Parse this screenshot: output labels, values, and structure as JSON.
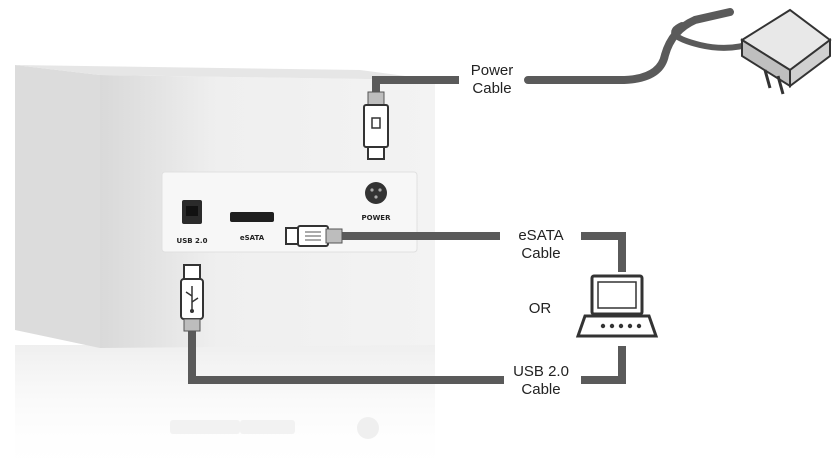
{
  "labels": {
    "power_cable_line1": "Power",
    "power_cable_line2": "Cable",
    "esata_cable_line1": "eSATA",
    "esata_cable_line2": "Cable",
    "or_text": "OR",
    "usb_cable_line1": "USB 2.0",
    "usb_cable_line2": "Cable"
  },
  "ports": {
    "usb": "USB 2.0",
    "esata": "eSATA",
    "power": "POWER"
  },
  "colors": {
    "cable": "#5a5a5a",
    "device_body": "#eeeeee",
    "panel": "#f6f6f6",
    "text": "#222222"
  },
  "icons": [
    "power-adapter-icon",
    "laptop-icon",
    "usb-plug-icon",
    "esata-plug-icon",
    "power-plug-icon"
  ]
}
